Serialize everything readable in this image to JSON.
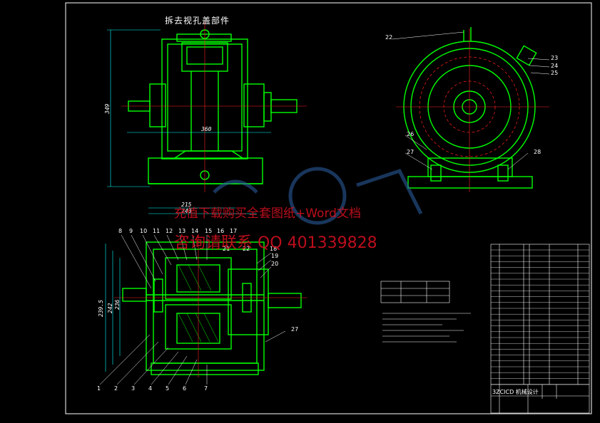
{
  "drawing": {
    "title": "拆去视孔盖部件",
    "watermark_line1": "充值下载购买全套图纸+Word文档",
    "watermark_line2": "咨询请联系 QQ 401339828",
    "title_block_name": "3ZCICD 机械设计",
    "dimensions": {
      "height_top": "349",
      "width_inner": "360",
      "width_base1": "215",
      "width_base2": "243",
      "left_dim1": "239.5",
      "left_dim2": "242",
      "left_dim3": "236"
    },
    "part_labels_top_right": [
      "22",
      "23",
      "24",
      "25",
      "26",
      "27",
      "28"
    ],
    "part_labels_bottom": [
      "8",
      "9",
      "10",
      "11",
      "12",
      "13",
      "14",
      "15",
      "16",
      "17",
      "18",
      "19",
      "20",
      "21",
      "22",
      "27",
      "1",
      "2",
      "3",
      "4",
      "5",
      "6",
      "7"
    ]
  },
  "colors": {
    "line_green": "#00ff00",
    "line_white": "#ffffff",
    "center_red": "#ff2020",
    "dim_cyan": "#00ffff",
    "watermark": "#d01020"
  }
}
